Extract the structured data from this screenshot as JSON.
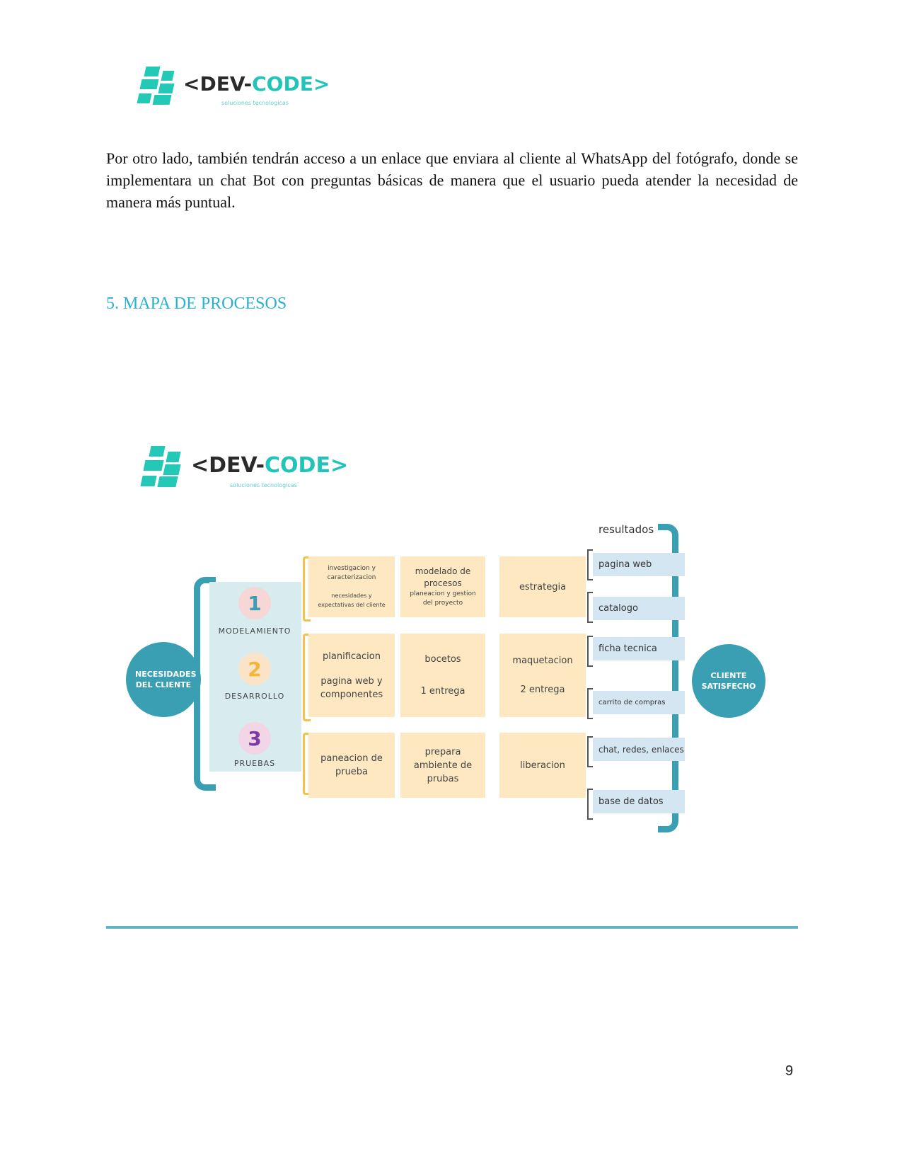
{
  "header_logo": {
    "brand_left": "<DEV-",
    "brand_right": "CODE>",
    "tagline": "soluciones tecnologicas"
  },
  "paragraph": "Por otro lado, también tendrán acceso a un enlace que enviara al cliente al WhatsApp del fotógrafo, donde se implementara un chat Bot con preguntas básicas de manera que el usuario pueda atender la necesidad de manera más puntual.",
  "section_heading": "5. MAPA DE PROCESOS",
  "diagram": {
    "logo": {
      "brand_left": "<DEV-",
      "brand_right": "CODE>",
      "tagline": "soluciones tecnologicas"
    },
    "left_circle": "NECESIDADES DEL CLIENTE",
    "right_circle": "CLIENTE SATISFECHO",
    "results_title": "resultados",
    "stages": [
      {
        "number": "1",
        "label": "MODELAMIENTO",
        "color": "#3b9fb3"
      },
      {
        "number": "2",
        "label": "DESARROLLO",
        "color": "#f4b63a"
      },
      {
        "number": "3",
        "label": "PRUEBAS",
        "color": "#7b3aa6"
      }
    ],
    "row1": {
      "c1_main": "investigacion y caracterizacion",
      "c1_sub": "necesidades y expectativas del cliente",
      "c2_main": "modelado de procesos",
      "c2_sub": "planeacion y gestion del proyecto",
      "c3": "estrategia"
    },
    "row2": {
      "c1_a": "planificacion",
      "c1_b": "pagina web y componentes",
      "c2_a": "bocetos",
      "c2_b": "1 entrega",
      "c3_a": "maquetacion",
      "c3_b": "2 entrega"
    },
    "row3": {
      "c1": "paneacion de prueba",
      "c2": "prepara ambiente de prubas",
      "c3": "liberacion"
    },
    "results": [
      "pagina web",
      "catalogo",
      "ficha tecnica",
      "carrito de compras",
      "chat, redes, enlaces",
      "base de datos"
    ]
  },
  "page_number": "9",
  "colors": {
    "teal": "#3b9fb3",
    "heading": "#2bb1cf",
    "logo_green": "#22c3b8",
    "box_fill": "#fde8c2",
    "result_fill": "#d5e6f3",
    "divider": "#5fb3c4"
  }
}
